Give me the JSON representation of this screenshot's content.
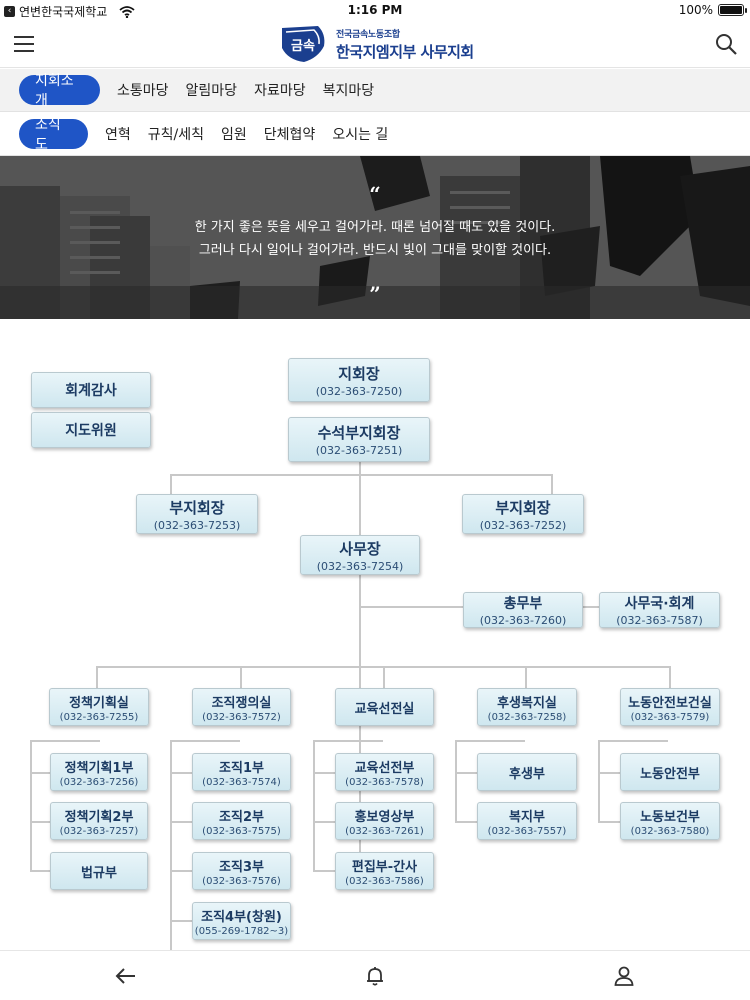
{
  "status_bar": {
    "back_app": "연변한국국제학교",
    "time": "1:16 PM",
    "battery": "100%",
    "battery_level": 1.0
  },
  "header": {
    "logo_badge": "금속",
    "logo_sub": "전국금속노동조합",
    "logo_main": "한국지엠지부 사무지회",
    "icons": {
      "menu": "hamburger-menu-icon",
      "search": "search-icon"
    }
  },
  "nav_primary": {
    "active": "지회소개",
    "items": [
      "소통마당",
      "알림마당",
      "자료마당",
      "복지마당"
    ]
  },
  "nav_secondary": {
    "active": "조직도",
    "items": [
      "연혁",
      "규칙/세칙",
      "임원",
      "단체협약",
      "오시는 길"
    ]
  },
  "banner": {
    "open_quote": "“",
    "line1": "한 가지 좋은 뜻을 세우고 걸어가라. 때론 넘어질 때도 있을 것이다.",
    "line2": "그러나 다시 일어나 걸어가라. 반드시 빛이 그대를 맞이할 것이다.",
    "close_quote": "”"
  },
  "org_chart": {
    "auditor": {
      "title": "회계감사"
    },
    "advisor": {
      "title": "지도위원"
    },
    "president": {
      "title": "지회장",
      "phone": "(032-363-7250)"
    },
    "senior_vp": {
      "title": "수석부지회장",
      "phone": "(032-363-7251)"
    },
    "vp_left": {
      "title": "부지회장",
      "phone": "(032-363-7253)"
    },
    "vp_right": {
      "title": "부지회장",
      "phone": "(032-363-7252)"
    },
    "secretary_general": {
      "title": "사무장",
      "phone": "(032-363-7254)"
    },
    "general_affairs": {
      "title": "총무부",
      "phone": "(032-363-7260)"
    },
    "office_accounting": {
      "title": "사무국·회계",
      "phone": "(032-363-7587)"
    },
    "departments": [
      {
        "title": "정책기획실",
        "phone": "(032-363-7255)",
        "subs": [
          {
            "title": "정책기획1부",
            "phone": "(032-363-7256)"
          },
          {
            "title": "정책기획2부",
            "phone": "(032-363-7257)"
          },
          {
            "title": "법규부",
            "phone": ""
          }
        ]
      },
      {
        "title": "조직쟁의실",
        "phone": "(032-363-7572)",
        "subs": [
          {
            "title": "조직1부",
            "phone": "(032-363-7574)"
          },
          {
            "title": "조직2부",
            "phone": "(032-363-7575)"
          },
          {
            "title": "조직3부",
            "phone": "(032-363-7576)"
          },
          {
            "title": "조직4부(창원)",
            "phone": "(055-269-1782~3)"
          }
        ]
      },
      {
        "title": "교육선전실",
        "phone": "",
        "subs": [
          {
            "title": "교육선전부",
            "phone": "(032-363-7578)"
          },
          {
            "title": "홍보영상부",
            "phone": "(032-363-7261)"
          },
          {
            "title": "편집부-간사",
            "phone": "(032-363-7586)"
          }
        ]
      },
      {
        "title": "후생복지실",
        "phone": "(032-363-7258)",
        "subs": [
          {
            "title": "후생부",
            "phone": ""
          },
          {
            "title": "복지부",
            "phone": "(032-363-7557)"
          }
        ]
      },
      {
        "title": "노동안전보건실",
        "phone": "(032-363-7579)",
        "subs": [
          {
            "title": "노동안전부",
            "phone": ""
          },
          {
            "title": "노동보건부",
            "phone": "(032-363-7580)"
          }
        ]
      }
    ]
  },
  "bottom_bar": {
    "icons": [
      "back-arrow-icon",
      "bell-icon",
      "user-icon"
    ]
  }
}
